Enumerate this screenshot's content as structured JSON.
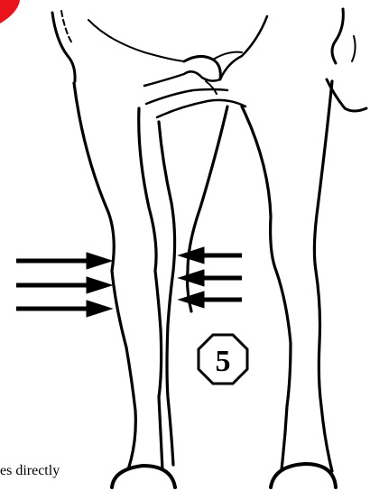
{
  "figure": {
    "number_label": "5",
    "caption_fragment": "es directly",
    "colors": {
      "ink": "#000000",
      "badge_red": "#e8141c",
      "background": "#ffffff"
    },
    "icons": [
      "arrow-right-icon",
      "arrow-left-icon",
      "octagon-number-badge"
    ]
  }
}
